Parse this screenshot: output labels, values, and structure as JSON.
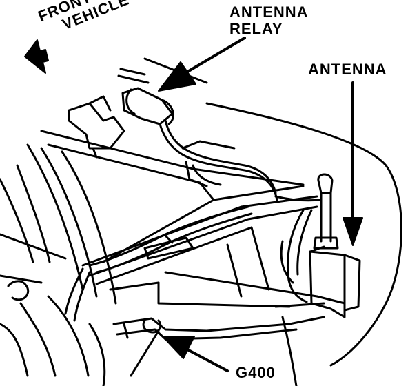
{
  "labels": {
    "front_of_vehicle": {
      "line1": "FRONT OF",
      "line2": "VEHICLE"
    },
    "antenna_relay": {
      "line1": "ANTENNA",
      "line2": "RELAY"
    },
    "antenna": "ANTENNA",
    "ground": "G400"
  },
  "colors": {
    "ink": "#000000",
    "paper": "#ffffff"
  },
  "icons": [
    "front-direction-arrow-icon"
  ]
}
